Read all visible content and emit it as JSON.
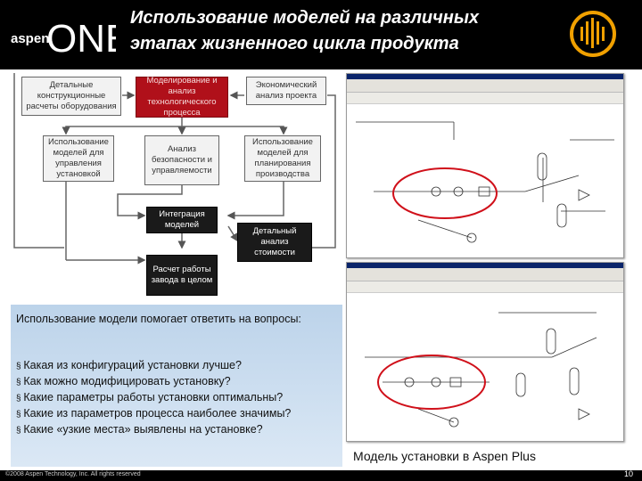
{
  "header": {
    "logo_small": "aspen",
    "logo_big": "ONE",
    "title_line1": "Использование моделей на различных",
    "title_line2": "этапах жизненного цикла продукта"
  },
  "diagram": {
    "boxes": {
      "detailed_calc": "Детальные конструкционные расчеты оборудования",
      "modeling": "Моделирование и анализ технологического процесса",
      "economic": "Экономический анализ проекта",
      "control": "Использование моделей для управления установкой",
      "safety": "Анализ безопасности и управляемости",
      "planning": "Использование моделей для планирования производства",
      "integration": "Интеграция моделей",
      "cost": "Детальный анализ стоимости",
      "plant_calc": "Расчет работы завода в целом"
    }
  },
  "text_panel": {
    "intro": "Использование модели помогает ответить на вопросы:",
    "questions": [
      "Какая из конфигураций установки лучше?",
      "Как можно модифицировать установку?",
      "Какие параметры работы установки оптимальны?",
      "Какие из параметров процесса наиболее значимы?",
      "Какие «узкие места» выявлены на установке?"
    ]
  },
  "caption": "Модель установки в Aspen Plus",
  "footer": {
    "copyright": "©2008 Aspen Technology, Inc. All rights reserved",
    "page_number": "10"
  },
  "colors": {
    "header_bg": "#000000",
    "highlight_box": "#b0101a",
    "dark_box": "#1a1a1a",
    "panel_bg": "#c9dcef",
    "circle": "#d0101a",
    "emblem": "#f0a000"
  }
}
